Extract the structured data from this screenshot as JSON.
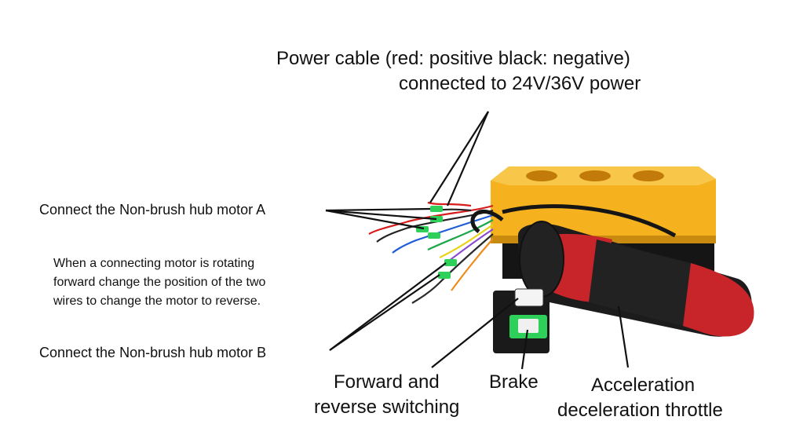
{
  "labels": {
    "power_line1": "Power cable (red: positive black: negative)",
    "power_line2": "connected to 24V/36V power",
    "motor_a": "Connect the Non-brush hub motor A",
    "note_line1": "When a connecting motor is rotating",
    "note_line2": "forward change the position of the two",
    "note_line3": "wires to change the motor to reverse.",
    "motor_b": "Connect the Non-brush hub motor B",
    "forward_line1": "Forward and",
    "forward_line2": "reverse switching",
    "brake": "Brake",
    "throttle_line1": "Acceleration",
    "throttle_line2": "deceleration throttle"
  },
  "colors": {
    "box": "#f5b21e",
    "box_shadow": "#c98a10",
    "grip_red": "#c8252a",
    "grip_black": "#222222",
    "connector_green": "#2fd05a",
    "leader_line": "#111111"
  }
}
